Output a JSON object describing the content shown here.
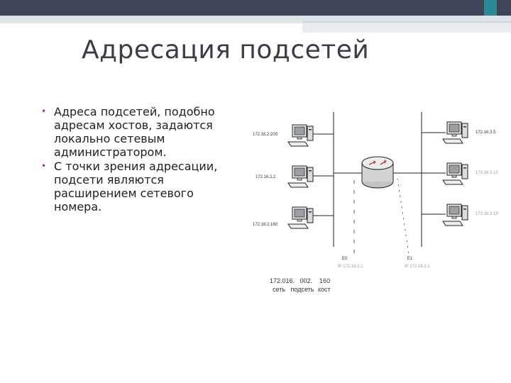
{
  "title": "Адресация подсетей",
  "bullets": [
    "Адреса подсетей, подобно адресам хостов, задаются локально сетевым администратором.",
    "С точки зрения адресации, подсети являются расширением сетевого номера."
  ],
  "diagram": {
    "left_hosts": [
      "172.16.2.200",
      "172.16.2.2",
      "172.16.2.160"
    ],
    "right_hosts": [
      "172.16.3.5",
      "172.16.3.13",
      "172.16.3.15"
    ],
    "left_interface": {
      "name": "E0",
      "ip": "IP 172.16.2.1"
    },
    "right_interface": {
      "name": "E1",
      "ip": "IP 172.16.3.1"
    },
    "address_line": "172.016.   002.    160",
    "address_legend": "сеть   подсеть  хост"
  }
}
